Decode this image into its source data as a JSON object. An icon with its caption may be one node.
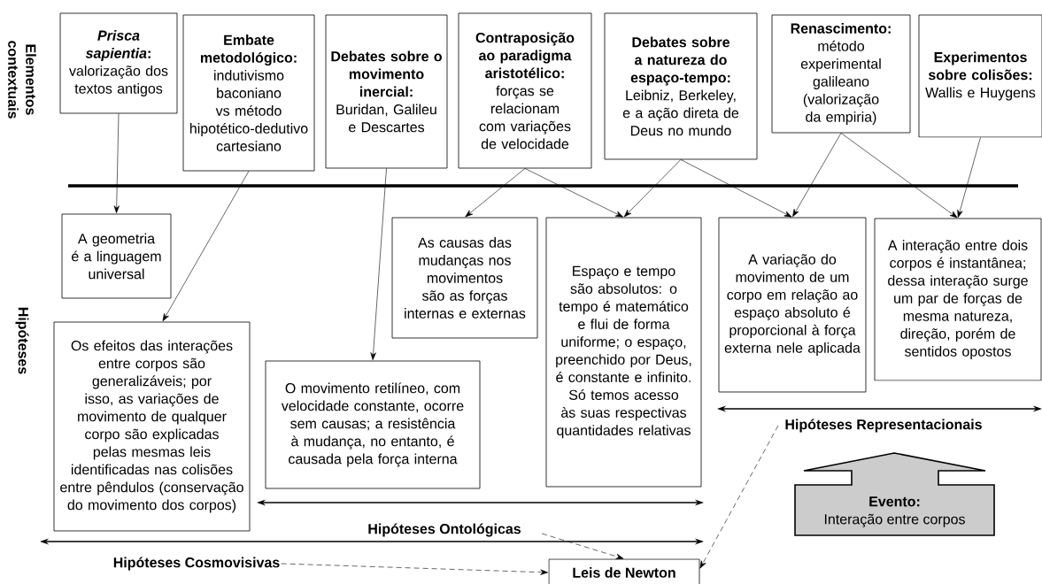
{
  "diagram": {
    "nodes": [
      {
        "text": [
          "*Prisca sapientia*:",
          "valorização dos textos antigos"
        ]
      },
      {
        "text": [
          "Embate metodológico:",
          "indutivismo baconiano vs método hipotético-dedutivo cartesiano"
        ]
      },
      {
        "text": [
          "Debates sobre o movimento inercial:",
          "Buridan, Galileu e Descartes"
        ]
      },
      {
        "text": [
          "Contraposição ao paradigma aristotélico:",
          "forças se relacionam com variações de velocidade"
        ]
      },
      {
        "text": [
          "Debates sobre a natureza do espaço-tempo:",
          "Leibniz, Berkeley, e a ação direta de Deus no mundo"
        ]
      },
      {
        "text": [
          "Renascimento:",
          "método experimental galileano (valorização da empiria)"
        ]
      },
      {
        "text": [
          "Experimentos sobre colisões:",
          "Wallis e Huygens"
        ]
      },
      {
        "text": [
          "A geometria é a linguagem universal"
        ]
      },
      {
        "text": [
          "Os efeitos das interações entre corpos são generalizáveis; por isso, as variações de movimento de qualquer corpo são explicadas pelas mesmas leis identificadas nas colisões entre pêndulos (conservação do movimento dos corpos)"
        ]
      },
      {
        "text": [
          "O movimento retilíneo, com velocidade constante, ocorre sem causas; a resistência à mudança, no entanto, é causada pela força interna"
        ]
      },
      {
        "text": [
          "As causas das mudanças nos movimentos são as forças internas e externas"
        ]
      },
      {
        "text": [
          "Espaço e tempo são absolutos: o tempo é matemático e flui de forma uniforme; o espaço, preenchido por Deus, é constante e infinito. Só temos acesso às suas respectivas quantidades relativas"
        ]
      },
      {
        "text": [
          "A variação do movimento de um corpo em relação ao espaço absoluto é proporcional à força externa nele aplicada"
        ]
      },
      {
        "text": [
          "A interação entre dois corpos é instantânea; dessa interação surge um par de forças de mesma natureza, direção, porém de sentidos opostos"
        ]
      },
      {
        "text": [
          "Hipóteses Representacionais"
        ]
      },
      {
        "text": [
          "Hipóteses Ontológicas"
        ]
      },
      {
        "text": [
          "Hipóteses Cosmovisivas"
        ]
      },
      {
        "text": [
          "Leis de Newton"
        ]
      },
      {
        "text": [
          "Evento:",
          "Interação entre corpos"
        ]
      }
    ],
    "edges": [
      {
        "from": 0,
        "to": 7,
        "arrow": "to"
      },
      {
        "from": 1,
        "to": 8,
        "arrow": "to"
      },
      {
        "from": 2,
        "to": 9,
        "arrow": "to"
      },
      {
        "from": 3,
        "to": 10,
        "arrow": "to"
      },
      {
        "from": 3,
        "to": 11,
        "arrow": "to"
      },
      {
        "from": 4,
        "to": 11,
        "arrow": "to"
      },
      {
        "from": 4,
        "to": 12,
        "arrow": "to"
      },
      {
        "from": 5,
        "to": 12,
        "arrow": "to"
      },
      {
        "from": 5,
        "to": 13,
        "arrow": "to"
      },
      {
        "from": 6,
        "to": 13,
        "arrow": "to"
      },
      {
        "from": 16,
        "to": 17,
        "arrow": "to",
        "style": "dashed"
      },
      {
        "from": 15,
        "to": 17,
        "arrow": "to",
        "style": "dashed"
      },
      {
        "from": 14,
        "to": 17,
        "arrow": "to",
        "style": "dashed"
      }
    ],
    "labels": [
      "Elementos contextuais",
      "Hipóteses"
    ]
  }
}
